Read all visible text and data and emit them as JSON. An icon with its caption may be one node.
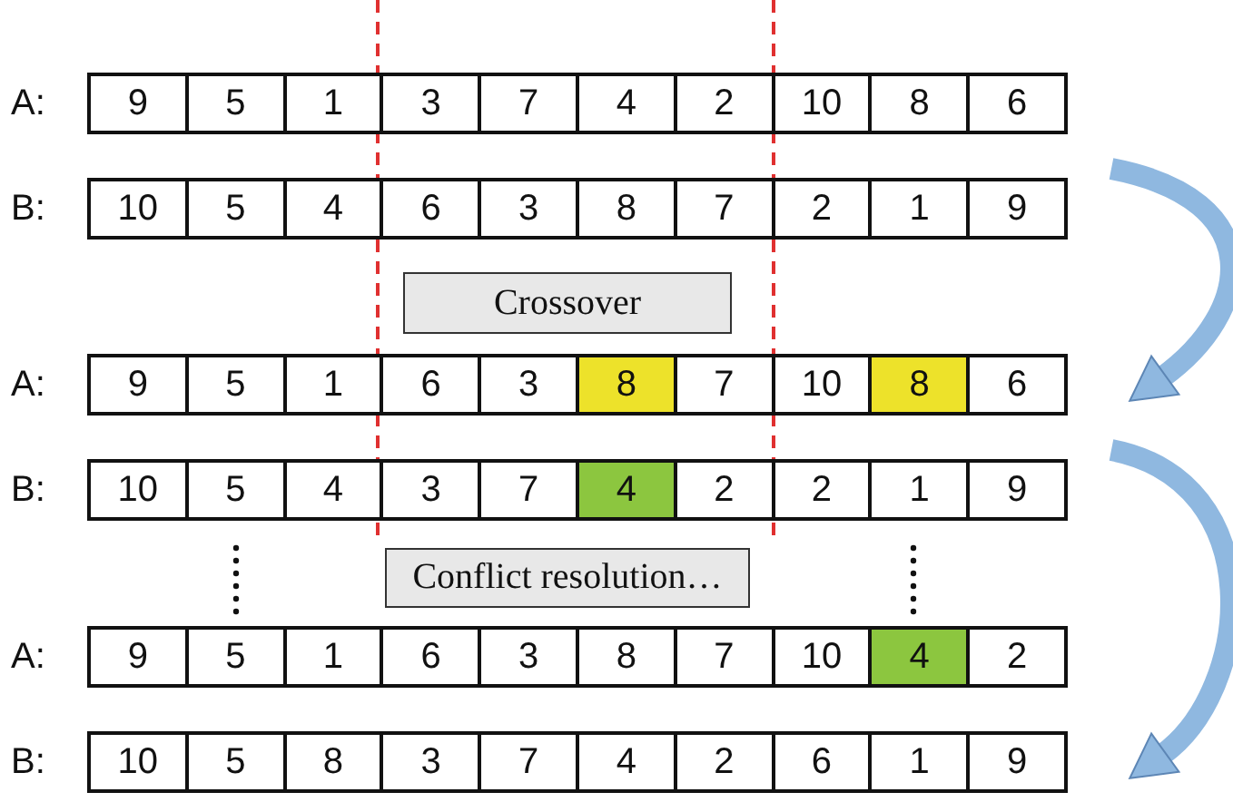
{
  "diagram": {
    "nodes": [
      {
        "text": [],
        "shape": "bar",
        "beside": [
          "A:"
        ]
      },
      {
        "text": [
          "9"
        ],
        "in": 0
      },
      {
        "text": [
          "5"
        ],
        "in": 0
      },
      {
        "text": [
          "1"
        ],
        "in": 0
      },
      {
        "text": [
          "3"
        ],
        "in": 0
      },
      {
        "text": [
          "7"
        ],
        "in": 0
      },
      {
        "text": [
          "4"
        ],
        "in": 0
      },
      {
        "text": [
          "2"
        ],
        "in": 0
      },
      {
        "text": [
          "10"
        ],
        "in": 0
      },
      {
        "text": [
          "8"
        ],
        "in": 0
      },
      {
        "text": [
          "6"
        ],
        "in": 0
      },
      {
        "text": [],
        "shape": "bar",
        "beside": [
          "B:"
        ]
      },
      {
        "text": [
          "10"
        ],
        "in": 11
      },
      {
        "text": [
          "5"
        ],
        "in": 11
      },
      {
        "text": [
          "4"
        ],
        "in": 11
      },
      {
        "text": [
          "6"
        ],
        "in": 11
      },
      {
        "text": [
          "3"
        ],
        "in": 11
      },
      {
        "text": [
          "8"
        ],
        "in": 11
      },
      {
        "text": [
          "7"
        ],
        "in": 11
      },
      {
        "text": [
          "2"
        ],
        "in": 11
      },
      {
        "text": [
          "1"
        ],
        "in": 11
      },
      {
        "text": [
          "9"
        ],
        "in": 11
      },
      {
        "text": [
          "Crossover"
        ]
      },
      {
        "text": [],
        "shape": "bar",
        "beside": [
          "A:"
        ]
      },
      {
        "text": [
          "9"
        ],
        "in": 23
      },
      {
        "text": [
          "5"
        ],
        "in": 23
      },
      {
        "text": [
          "1"
        ],
        "in": 23
      },
      {
        "text": [
          "6"
        ],
        "in": 23
      },
      {
        "text": [
          "3"
        ],
        "in": 23
      },
      {
        "text": [
          "8"
        ],
        "in": 23
      },
      {
        "text": [
          "7"
        ],
        "in": 23
      },
      {
        "text": [
          "10"
        ],
        "in": 23
      },
      {
        "text": [
          "8"
        ],
        "in": 23
      },
      {
        "text": [
          "6"
        ],
        "in": 23
      },
      {
        "text": [],
        "shape": "bar",
        "beside": [
          "B:"
        ]
      },
      {
        "text": [
          "10"
        ],
        "in": 34
      },
      {
        "text": [
          "5"
        ],
        "in": 34
      },
      {
        "text": [
          "4"
        ],
        "in": 34
      },
      {
        "text": [
          "3"
        ],
        "in": 34
      },
      {
        "text": [
          "7"
        ],
        "in": 34
      },
      {
        "text": [
          "4"
        ],
        "in": 34
      },
      {
        "text": [
          "2"
        ],
        "in": 34
      },
      {
        "text": [
          "2"
        ],
        "in": 34
      },
      {
        "text": [
          "1"
        ],
        "in": 34
      },
      {
        "text": [
          "9"
        ],
        "in": 34
      },
      {
        "text": [
          "Conflict resolution…"
        ]
      },
      {
        "text": [],
        "shape": "bar",
        "beside": [
          "A:"
        ]
      },
      {
        "text": [
          "9"
        ],
        "in": 46
      },
      {
        "text": [
          "5"
        ],
        "in": 46
      },
      {
        "text": [
          "1"
        ],
        "in": 46
      },
      {
        "text": [
          "6"
        ],
        "in": 46
      },
      {
        "text": [
          "3"
        ],
        "in": 46
      },
      {
        "text": [
          "8"
        ],
        "in": 46
      },
      {
        "text": [
          "7"
        ],
        "in": 46
      },
      {
        "text": [
          "10"
        ],
        "in": 46
      },
      {
        "text": [
          "4"
        ],
        "in": 46
      },
      {
        "text": [
          "2"
        ],
        "in": 46
      },
      {
        "text": [],
        "shape": "bar",
        "beside": [
          "B:"
        ]
      },
      {
        "text": [
          "10"
        ],
        "in": 57
      },
      {
        "text": [
          "5"
        ],
        "in": 57
      },
      {
        "text": [
          "8"
        ],
        "in": 57
      },
      {
        "text": [
          "3"
        ],
        "in": 57
      },
      {
        "text": [
          "7"
        ],
        "in": 57
      },
      {
        "text": [
          "4"
        ],
        "in": 57
      },
      {
        "text": [
          "2"
        ],
        "in": 57
      },
      {
        "text": [
          "6"
        ],
        "in": 57
      },
      {
        "text": [
          "1"
        ],
        "in": 57
      },
      {
        "text": [
          "9"
        ],
        "in": 57
      }
    ],
    "edges": [
      {
        "from": 11,
        "to": 23,
        "arrow": "to"
      },
      {
        "from": 34,
        "to": 57,
        "arrow": "to"
      }
    ]
  }
}
